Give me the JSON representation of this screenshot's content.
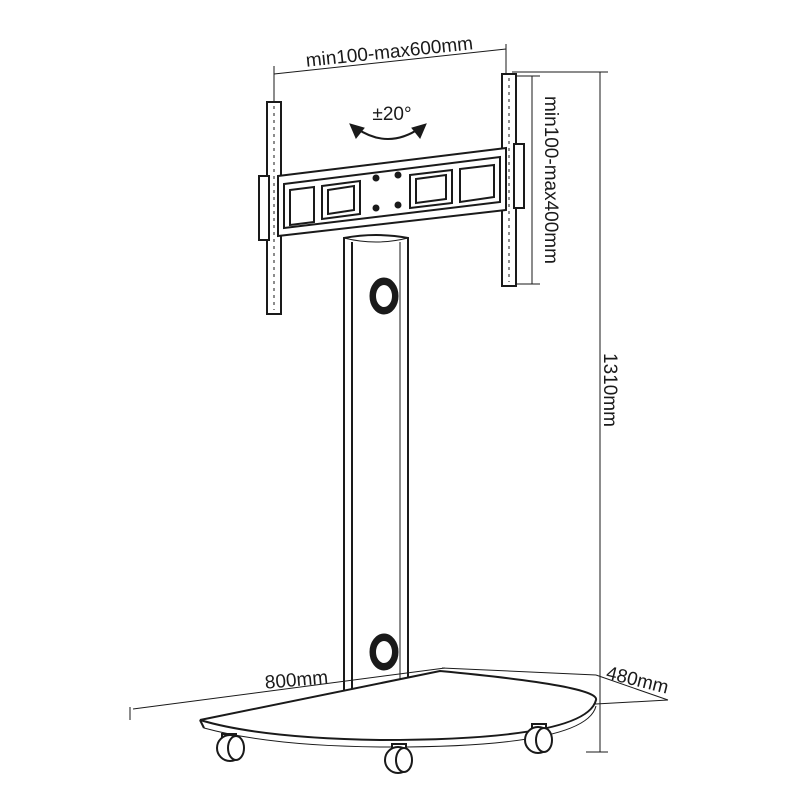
{
  "dimensions": {
    "mount_width": "min100-max600mm",
    "mount_height": "min100-max400mm",
    "tilt": "±20°",
    "total_height": "1310mm",
    "base_width": "800mm",
    "base_depth": "480mm"
  },
  "colors": {
    "line": "#1a1a1a",
    "background": "#ffffff"
  }
}
